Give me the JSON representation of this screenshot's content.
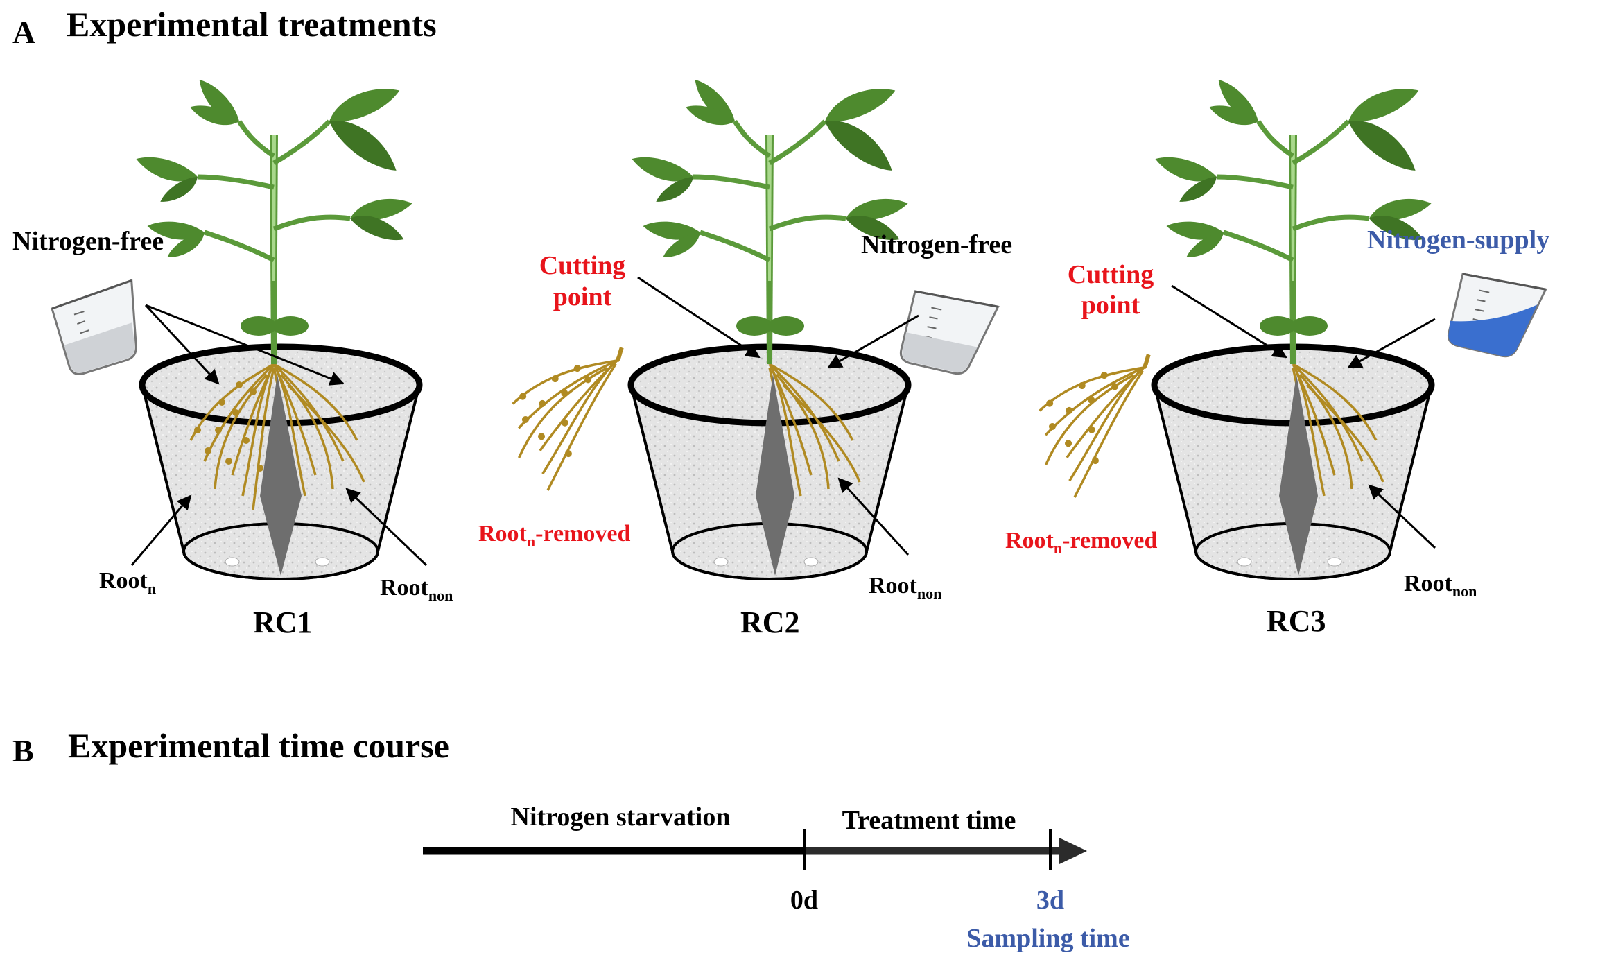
{
  "colors": {
    "leaf": "#4e8a2e",
    "leaf_dark": "#3f7424",
    "stem": "#5b9a3a",
    "root": "#b08a22",
    "soil": "#e6e6e6",
    "divider": "#6e6e6e",
    "red_label": "#e8141b",
    "blue_label": "#3c5ba8",
    "water_blue": "#3a6fcf"
  },
  "panel_a": {
    "letter": "A",
    "title": "Experimental treatments",
    "pots": [
      {
        "name": "RC1",
        "solution_label": "Nitrogen-free",
        "left_root_label": "Root",
        "left_root_sub": "n",
        "right_root_label": "Root",
        "right_root_sub": "non"
      },
      {
        "name": "RC2",
        "solution_label": "Nitrogen-free",
        "cut_label_line1": "Cutting",
        "cut_label_line2": "point",
        "removed_label": "Root",
        "removed_sub": "n",
        "removed_suffix": "-removed",
        "right_root_label": "Root",
        "right_root_sub": "non"
      },
      {
        "name": "RC3",
        "solution_label": "Nitrogen-supply",
        "cut_label_line1": "Cutting",
        "cut_label_line2": "point",
        "removed_label": "Root",
        "removed_sub": "n",
        "removed_suffix": "-removed",
        "right_root_label": "Root",
        "right_root_sub": "non"
      }
    ]
  },
  "panel_b": {
    "letter": "B",
    "title": "Experimental time course",
    "phase1": "Nitrogen starvation",
    "phase2": "Treatment time",
    "tick_start": "0d",
    "tick_end": "3d",
    "sampling": "Sampling time"
  }
}
